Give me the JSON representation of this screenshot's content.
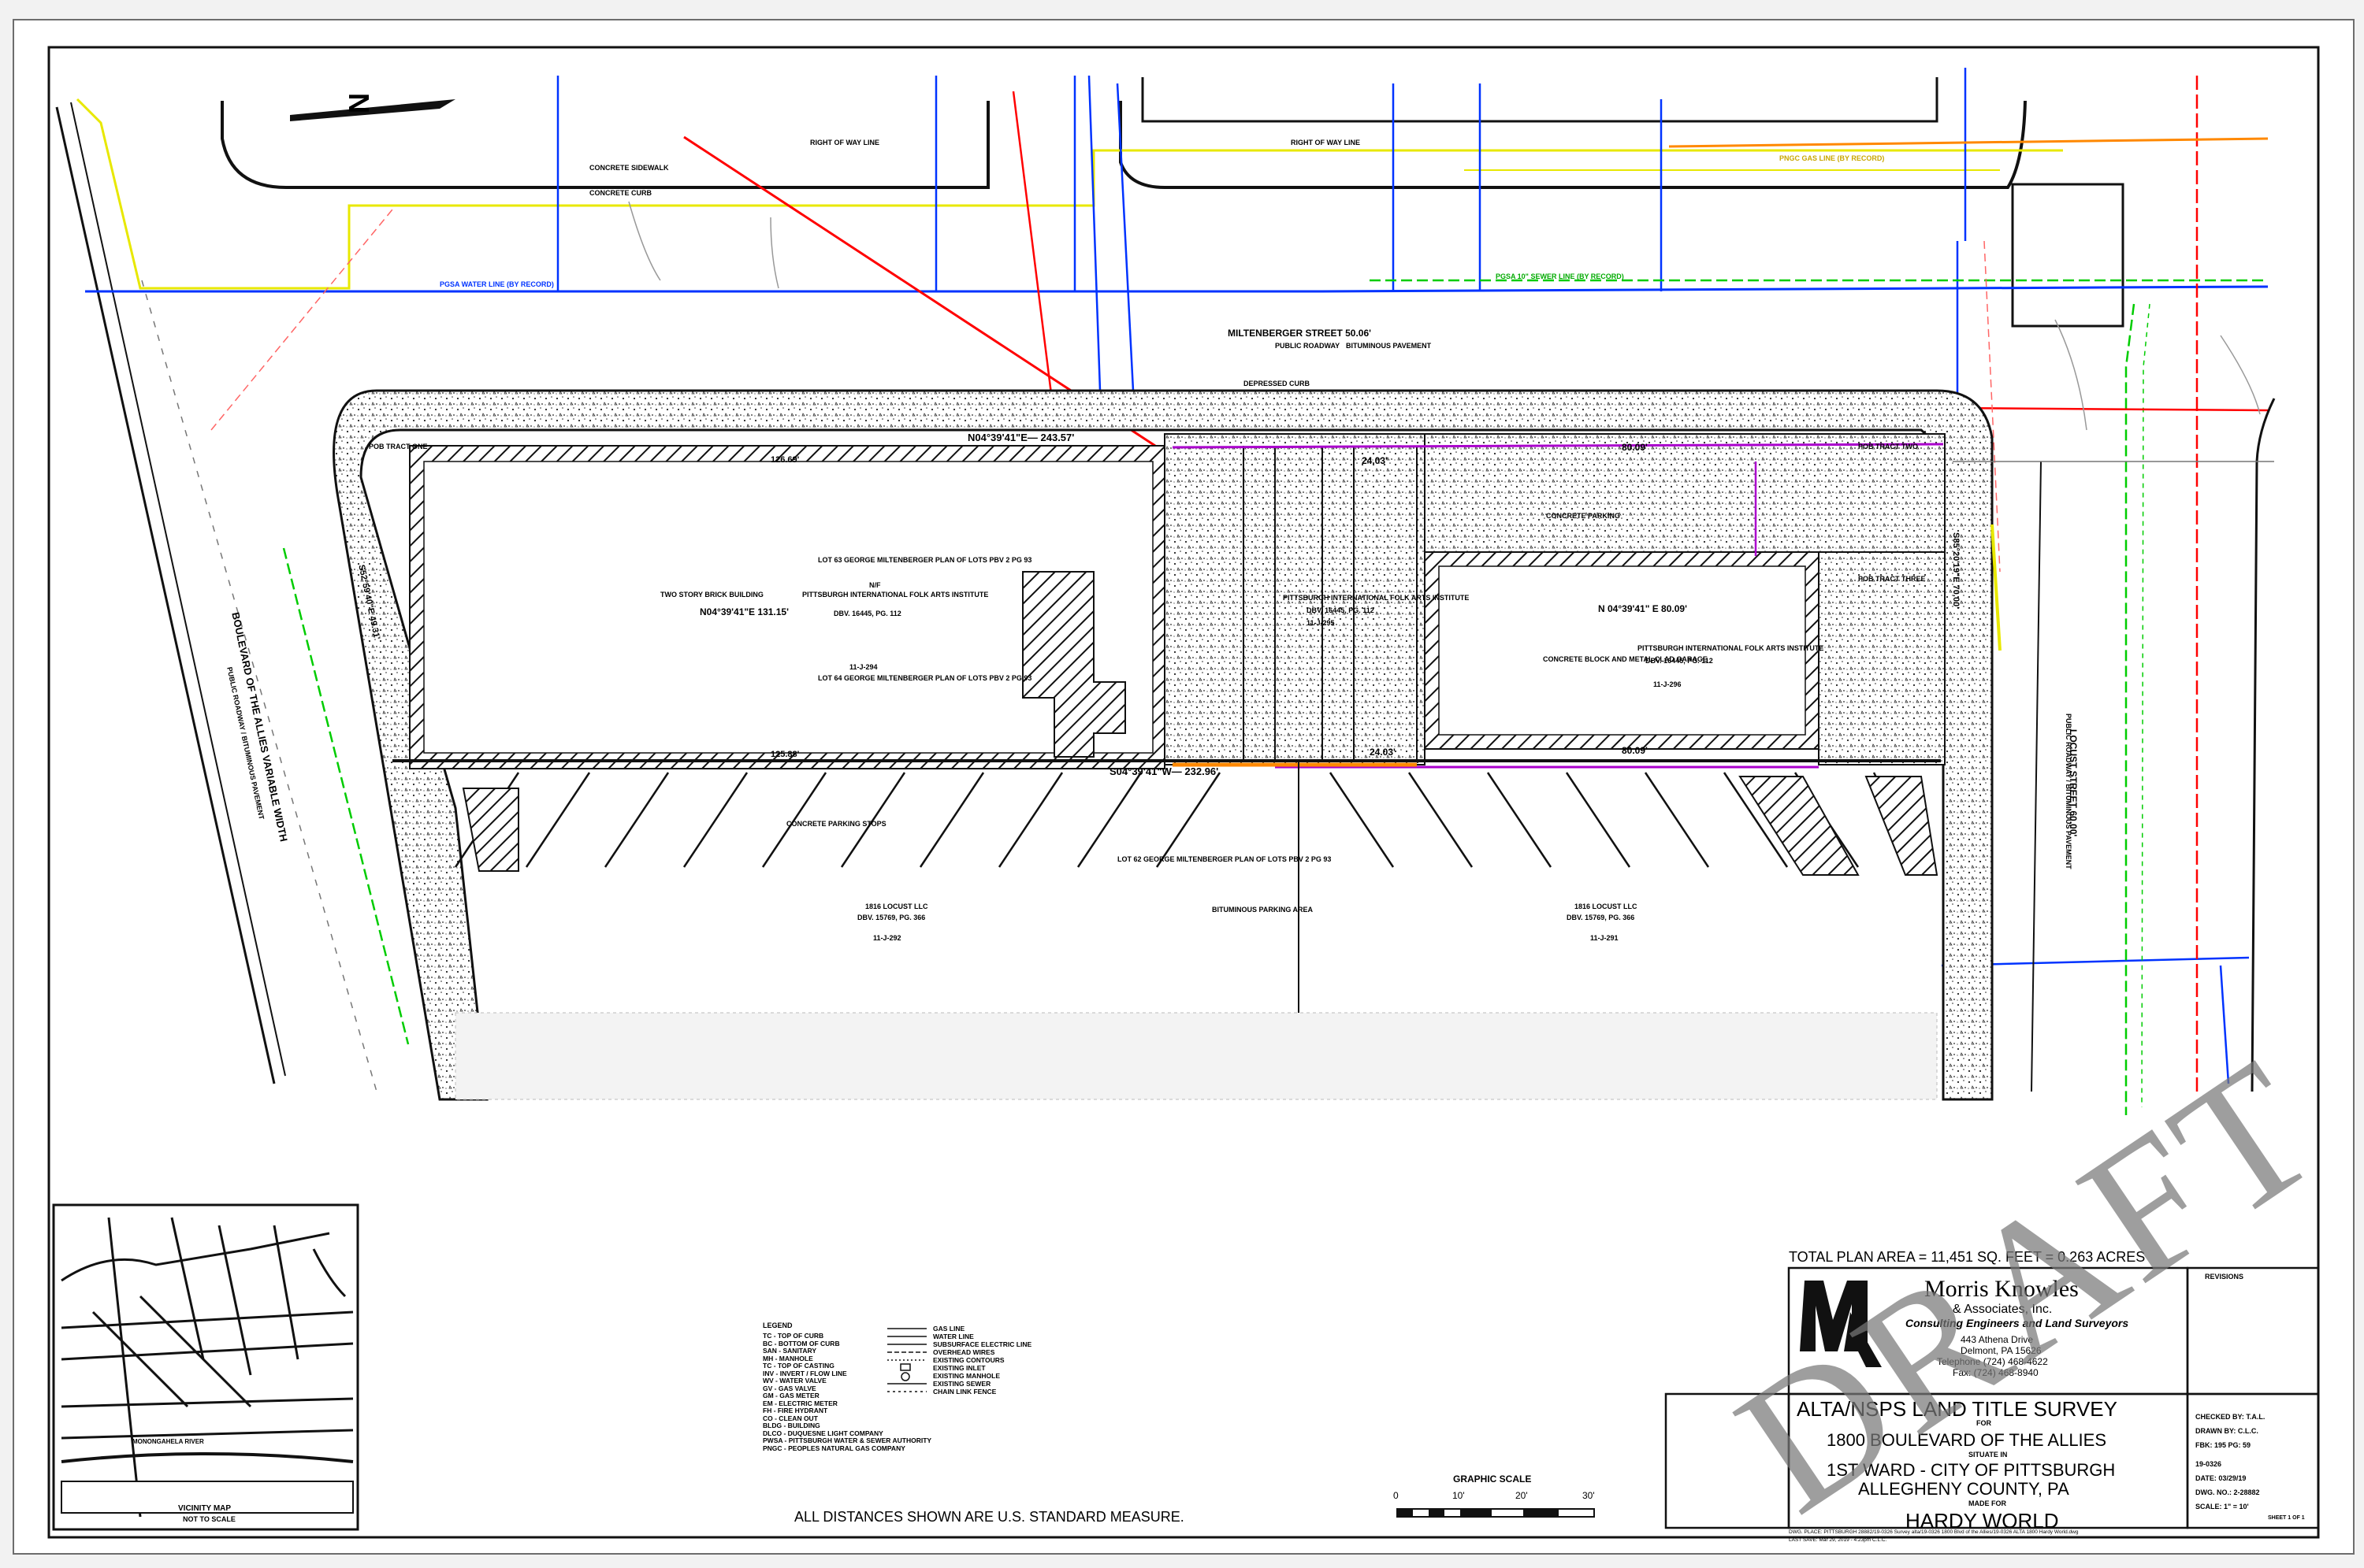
{
  "streets": {
    "top": "MILTENBERGER STREET  50.06'",
    "top_sub1": "PUBLIC ROADWAY",
    "top_sub2": "BITUMINOUS PAVEMENT",
    "right": "LOCUST STREET  60.00'",
    "right_sub": "PUBLIC ROADWAY / BITUMINOUS PAVEMENT",
    "left": "BOULEVARD OF THE ALLIES  VARIABLE WIDTH",
    "left_sub": "PUBLIC ROADWAY / BITUMINOUS PAVEMENT",
    "row_top": "RIGHT OF WAY LINE",
    "row_top2": "RIGHT OF WAY LINE",
    "curb": "CONCRETE CURB",
    "sidewalk": "CONCRETE SIDEWALK",
    "depressed_curb": "DEPRESSED CURB",
    "pgsa_water": "PGSA WATER LINE (BY RECORD)",
    "pgsa_sewer": "PGSA 10\" SEWER LINE (BY RECORD)",
    "gas_line": "PNGC GAS LINE (BY RECORD)"
  },
  "bearings": {
    "north_line": "N04°39'41\"E— 243.57'",
    "south_line": "S04°39'41\"W— 232.96'",
    "lot_line_1": "N04°39'41\"E  131.15'",
    "lot_line_2": "N 04°39'41\" E  80.09'",
    "dist_80": "80.09'",
    "dist_80b": "80.09'",
    "dist_24": "24.03'",
    "dist_24b": "24.03'",
    "dist_126": "126.69'",
    "dist_126b": "125.88'",
    "left_side": "S52°59'40\"E 49.31'",
    "right_side": "S85°20'19\"E 70.00'"
  },
  "parcels": {
    "lot_a_title": "LOT 63 GEORGE MILTENBERGER PLAN OF LOTS PBV 2 PG 93",
    "lot_b_title": "LOT 64 GEORGE MILTENBERGER PLAN OF LOTS PBV 2 PG 93",
    "owner1": "N/F",
    "owner1_name": "PITTSBURGH INTERNATIONAL FOLK ARTS INSTITUTE",
    "owner1_deed": "DBV. 16445, PG. 112",
    "owner1_lot": "11-J-294",
    "owner2_name": "PITTSBURGH INTERNATIONAL FOLK ARTS INSTITUTE",
    "owner2_deed": "DBV. 16445, PG. 112",
    "owner2_lot": "11-J-295",
    "owner3_name": "PITTSBURGH INTERNATIONAL FOLK ARTS INSTITUTE",
    "owner3_deed": "DBV. 16445, PG. 112",
    "owner3_lot": "11-J-296",
    "south_lot_title": "LOT 62 GEORGE MILTENBERGER PLAN OF LOTS PBV 2 PG 93",
    "llc1": "1816 LOCUST LLC",
    "llc1_deed": "DBV. 15769, PG. 366",
    "llc1_lot": "11-J-292",
    "llc2": "1816 LOCUST LLC",
    "llc2_deed": "DBV. 15769, PG. 366",
    "llc2_lot": "11-J-291",
    "bit_parking": "BITUMINOUS PARKING AREA",
    "two_story": "TWO STORY BRICK BUILDING",
    "conc_block": "CONCRETE BLOCK AND METAL CLAD GARAGE",
    "pob1": "POB TRACT ONE",
    "pob2": "POB TRACT TWO",
    "pob3": "POB TRACT THREE",
    "conc_parking": "CONCRETE PARKING",
    "conc_steps": "CONCRETE PARKING STOPS"
  },
  "legend": {
    "title": "LEGEND",
    "left": [
      "TC - TOP OF CURB",
      "BC - BOTTOM OF CURB",
      "SAN - SANITARY",
      "MH - MANHOLE",
      "TC - TOP OF CASTING",
      "INV - INVERT / FLOW LINE",
      "WV - WATER VALVE",
      "GV - GAS VALVE",
      "GM - GAS METER",
      "EM - ELECTRIC METER",
      "FH - FIRE HYDRANT",
      "CO - CLEAN OUT",
      "BLDG - BUILDING",
      "DLCO - DUQUESNE LIGHT COMPANY",
      "PWSA - PITTSBURGH WATER & SEWER AUTHORITY",
      "PNGC - PEOPLES NATURAL GAS COMPANY"
    ],
    "right": [
      "GAS LINE",
      "WATER LINE",
      "SUBSURFACE ELECTRIC LINE",
      "OVERHEAD WIRES",
      "EXISTING CONTOURS",
      "EXISTING INLET",
      "EXISTING MANHOLE",
      "EXISTING SEWER",
      "CHAIN LINK FENCE"
    ]
  },
  "note": "ALL DISTANCES SHOWN ARE U.S. STANDARD MEASURE.",
  "scale": {
    "title": "GRAPHIC SCALE",
    "ticks": [
      "0",
      "10'",
      "20'",
      "30'"
    ]
  },
  "vicinity": {
    "title": "VICINITY MAP",
    "sub": "NOT TO SCALE",
    "road1": "MONONGAHELA RIVER"
  },
  "title_block": {
    "area": "TOTAL PLAN AREA = 11,451 SQ. FEET  =  0.263 ACRES",
    "logo": "MKA",
    "company": "Morris Knowles",
    "company2": "& Associates, Inc.",
    "company3": "Consulting Engineers and Land Surveyors",
    "address1": "443 Athena Drive",
    "address2": "Delmont, PA 15626",
    "phone": "Telephone (724) 468-4622",
    "fax": "Fax: (724) 468-8940",
    "survey_title": "ALTA/NSPS LAND TITLE SURVEY",
    "for": "FOR",
    "property": "1800 BOULEVARD OF THE ALLIES",
    "situate": "SITUATE IN",
    "ward": "1ST WARD - CITY OF PITTSBURGH",
    "county": "ALLEGHENY COUNTY, PA",
    "made_for": "MADE FOR",
    "client": "HARDY WORLD",
    "revisions": "REVISIONS",
    "checked": "CHECKED BY:  T.A.L.",
    "drawn": "DRAWN BY:  C.L.C.",
    "fbk": "FBK:  195  PG:  59",
    "job": "19-0326",
    "date": "DATE:  03/29/19",
    "dwg": "DWG. NO.:  2-28882",
    "scl": "SCALE:  1\" = 10'",
    "sheet": "SHEET 1 OF 1",
    "file": "DWG. PLACE: PITTSBURGH 28882/19-0326 Survey alta/19-0326 1800 Blvd of the Allies/19-0326 ALTA 1800 Hardy World.dwg",
    "saved": "LAST SAVE: Mar 29, 2019 - 4:23pm  C.L.C."
  },
  "watermark": "DRAFT",
  "colors": {
    "water": "#0033ff",
    "gas": "#e8e800",
    "electric": "#ff0000",
    "sewer": "#00cc00",
    "fence": "#aa00cc",
    "orange": "#ff8800"
  }
}
